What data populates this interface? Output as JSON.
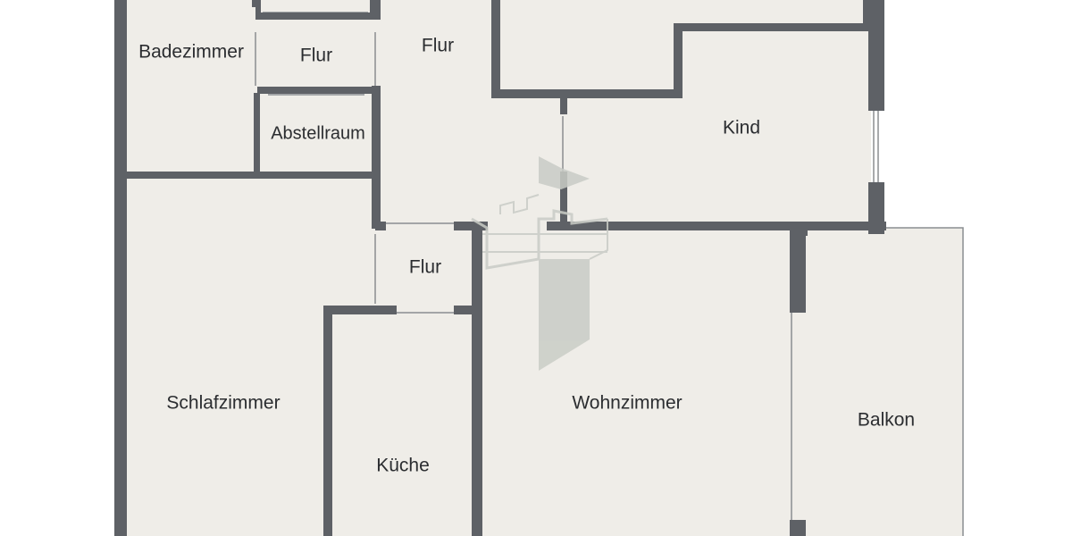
{
  "plan": {
    "colors": {
      "background": "#ffffff",
      "floor": "#efede8",
      "wall": "#5e6166",
      "thin_line": "#8a8d91",
      "text": "#2b2d30",
      "logo": "#c9ccc6"
    },
    "rooms": {
      "badezimmer": "Badezimmer",
      "flur_small": "Flur",
      "abstellraum": "Abstellraum",
      "flur_main": "Flur",
      "kind": "Kind",
      "flur_lower": "Flur",
      "schlafzimmer": "Schlafzimmer",
      "kueche": "Küche",
      "wohnzimmer": "Wohnzimmer",
      "balkon": "Balkon"
    },
    "watermark_icon": "castle-tower-logo-icon"
  }
}
